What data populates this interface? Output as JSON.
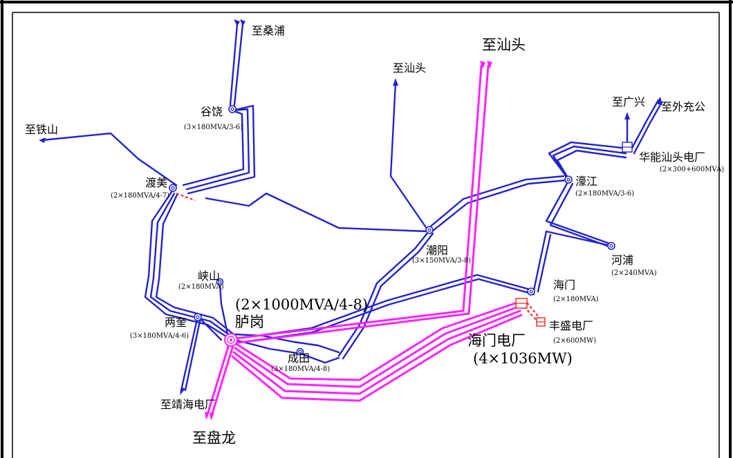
{
  "title": {
    "main": "至汕头"
  },
  "directions": {
    "sangpu": "至桑浦",
    "shantou_left": "至汕头",
    "tieshan": "至铁山",
    "guangxing": "至广兴",
    "waichonggong": "至外充公",
    "jinghai": "至靖海电厂",
    "panlong": "至盘龙"
  },
  "stations": {
    "guyao": {
      "name": "谷饶",
      "cap": "(3×180MVA/3-6)"
    },
    "dumei": {
      "name": "渡美",
      "cap": "(2×180MVA/4-7)"
    },
    "xiashan": {
      "name": "峡山",
      "cap": "(2×180MVA)"
    },
    "lianggui": {
      "name": "两奎",
      "cap": "(3×180MVA/4-6)"
    },
    "lugang": {
      "name": "胪岗",
      "cap": "(2×1000MVA/4-8)"
    },
    "chengtian": {
      "name": "成田",
      "cap": "(3×180MVA/4-8)"
    },
    "chaoyang": {
      "name": "潮阳",
      "cap": "(3×150MVA/3-8)"
    },
    "haojiang": {
      "name": "濠江",
      "cap": "(2×180MVA/3-6)"
    },
    "hepu": {
      "name": "河浦",
      "cap": "(2×240MVA)"
    },
    "haimen": {
      "name": "海门",
      "cap": "(2×180MVA)"
    }
  },
  "plants": {
    "huaneng": {
      "name": "华能汕头电厂",
      "cap": "(2×300+600MVA)"
    },
    "fengsheng": {
      "name": "丰盛电厂",
      "cap": "(2×600MW)"
    },
    "haimen_plant": {
      "name": "海门电厂",
      "cap": "(4×1036MW)"
    }
  },
  "colors": {
    "line_500kv": "#ff22ff",
    "line_220kv": "#2222cc",
    "plant": "#ee2222",
    "frame": "#000000"
  }
}
